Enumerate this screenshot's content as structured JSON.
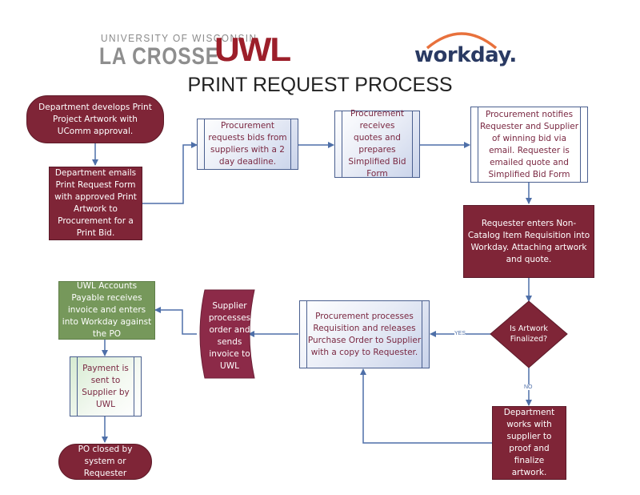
{
  "header": {
    "logo_university_line": "UNIVERSITY OF WISCONSIN",
    "logo_campus_line": "LA CROSSE",
    "logo_mark": "UWL",
    "partner_logo": "workday.",
    "title": "PRINT REQUEST PROCESS"
  },
  "colors": {
    "maroon": "#7f2537",
    "green": "#76985b",
    "connector": "#4e6fa8",
    "workday_arc": "#e8713c",
    "workday_text": "#2a3a63"
  },
  "nodes": {
    "n1": {
      "shape": "terminal",
      "text": "Department develops Print Project Artwork with UComm approval."
    },
    "n2": {
      "shape": "process",
      "text": "Department emails Print Request Form with approved Print Artwork to Procurement for a Print Bid."
    },
    "n3": {
      "shape": "predefined-process",
      "text": "Procurement requests bids from suppliers with a 2 day deadline."
    },
    "n4": {
      "shape": "predefined-process",
      "text": "Procurement receives quotes and prepares Simplified Bid Form"
    },
    "n5": {
      "shape": "predefined-process",
      "text": "Procurement notifies Requester and Supplier of winning bid via email. Requester is emailed quote and Simplified Bid Form"
    },
    "n6": {
      "shape": "process",
      "text": "Requester enters Non-Catalog Item Requisition into Workday. Attaching artwork and quote."
    },
    "n7": {
      "shape": "decision",
      "text": "Is Artwork Finalized?"
    },
    "n8": {
      "shape": "predefined-process",
      "text": "Procurement processes Requisition and releases Purchase Order to Supplier with a copy to Requester."
    },
    "n9": {
      "shape": "process",
      "text": "Department works with supplier to proof and finalize artwork."
    },
    "n10": {
      "shape": "stored-data",
      "text": "Supplier processes order and sends invoice to UWL"
    },
    "n11": {
      "shape": "process",
      "text": "UWL Accounts Payable receives invoice and enters into Workday against the PO"
    },
    "n12": {
      "shape": "predefined-process",
      "text": "Payment is sent to Supplier by UWL"
    },
    "n13": {
      "shape": "terminal",
      "text": "PO closed by system or Requester"
    }
  },
  "edges": [
    {
      "from": "n1",
      "to": "n2",
      "label": ""
    },
    {
      "from": "n2",
      "to": "n3",
      "label": ""
    },
    {
      "from": "n3",
      "to": "n4",
      "label": ""
    },
    {
      "from": "n4",
      "to": "n5",
      "label": ""
    },
    {
      "from": "n5",
      "to": "n6",
      "label": ""
    },
    {
      "from": "n6",
      "to": "n7",
      "label": ""
    },
    {
      "from": "n7",
      "to": "n8",
      "label": "YES"
    },
    {
      "from": "n7",
      "to": "n9",
      "label": "NO"
    },
    {
      "from": "n9",
      "to": "n8",
      "label": ""
    },
    {
      "from": "n8",
      "to": "n10",
      "label": ""
    },
    {
      "from": "n10",
      "to": "n11",
      "label": ""
    },
    {
      "from": "n11",
      "to": "n12",
      "label": ""
    },
    {
      "from": "n12",
      "to": "n13",
      "label": ""
    }
  ]
}
